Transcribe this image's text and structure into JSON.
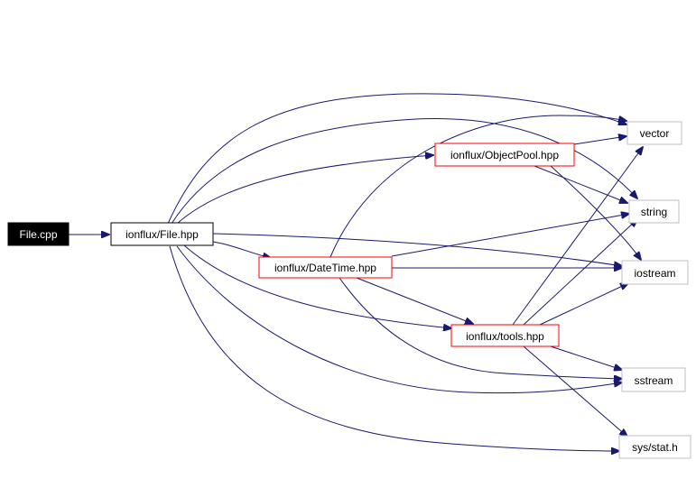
{
  "graph": {
    "colors": {
      "edge": "#191970",
      "root_fill": "#000000",
      "root_text": "#ffffff",
      "header_border": "#ff0000",
      "direct_border": "#000000",
      "system_border": "#bfbfbf"
    },
    "nodes": {
      "file_cpp": "File.cpp",
      "file_hpp": "ionflux/File.hpp",
      "objectpool_hpp": "ionflux/ObjectPool.hpp",
      "datetime_hpp": "ionflux/DateTime.hpp",
      "tools_hpp": "ionflux/tools.hpp",
      "vector": "vector",
      "string": "string",
      "iostream": "iostream",
      "sstream": "sstream",
      "sys_stat_h": "sys/stat.h"
    },
    "edges": [
      {
        "from": "File.cpp",
        "to": "ionflux/File.hpp"
      },
      {
        "from": "ionflux/File.hpp",
        "to": "vector"
      },
      {
        "from": "ionflux/File.hpp",
        "to": "string"
      },
      {
        "from": "ionflux/File.hpp",
        "to": "ionflux/ObjectPool.hpp"
      },
      {
        "from": "ionflux/File.hpp",
        "to": "iostream"
      },
      {
        "from": "ionflux/File.hpp",
        "to": "ionflux/DateTime.hpp"
      },
      {
        "from": "ionflux/File.hpp",
        "to": "ionflux/tools.hpp"
      },
      {
        "from": "ionflux/File.hpp",
        "to": "sstream"
      },
      {
        "from": "ionflux/File.hpp",
        "to": "sys/stat.h"
      },
      {
        "from": "ionflux/ObjectPool.hpp",
        "to": "vector"
      },
      {
        "from": "ionflux/ObjectPool.hpp",
        "to": "string"
      },
      {
        "from": "ionflux/ObjectPool.hpp",
        "to": "iostream"
      },
      {
        "from": "ionflux/DateTime.hpp",
        "to": "vector"
      },
      {
        "from": "ionflux/DateTime.hpp",
        "to": "string"
      },
      {
        "from": "ionflux/DateTime.hpp",
        "to": "iostream"
      },
      {
        "from": "ionflux/DateTime.hpp",
        "to": "ionflux/tools.hpp"
      },
      {
        "from": "ionflux/DateTime.hpp",
        "to": "sstream"
      },
      {
        "from": "ionflux/tools.hpp",
        "to": "vector"
      },
      {
        "from": "ionflux/tools.hpp",
        "to": "string"
      },
      {
        "from": "ionflux/tools.hpp",
        "to": "iostream"
      },
      {
        "from": "ionflux/tools.hpp",
        "to": "sstream"
      },
      {
        "from": "ionflux/tools.hpp",
        "to": "sys/stat.h"
      }
    ]
  }
}
